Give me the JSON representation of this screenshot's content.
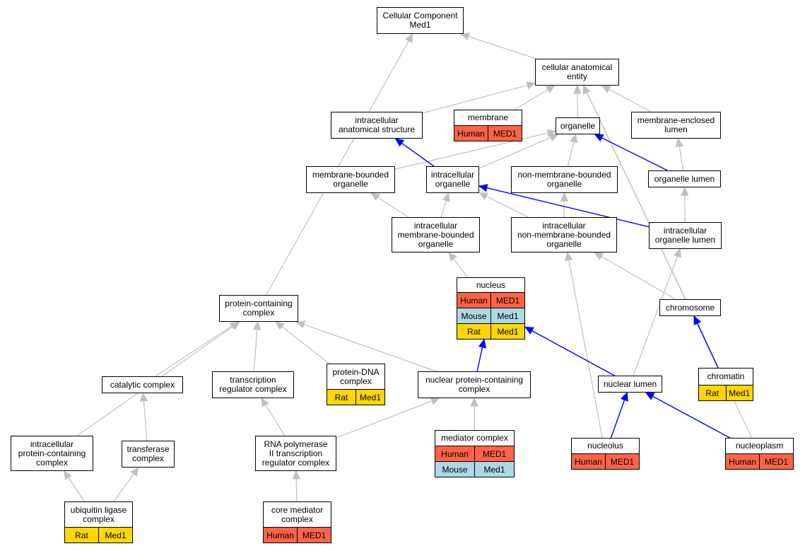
{
  "colors": {
    "edge_gray": "#c0c0c0",
    "edge_blue": "#0000ff",
    "species": {
      "Human": "#ff6347",
      "Mouse": "#add8e6",
      "Rat": "#ffd700"
    }
  },
  "nodes": [
    {
      "id": "cc",
      "title": "Cellular Component\nMed1",
      "rows": []
    },
    {
      "id": "cae",
      "title": "cellular anatomical\nentity",
      "rows": []
    },
    {
      "id": "ias",
      "title": "intracellular\nanatomical structure",
      "rows": []
    },
    {
      "id": "membrane",
      "title": "membrane",
      "rows": [
        [
          "Human",
          "MED1"
        ]
      ]
    },
    {
      "id": "organelle",
      "title": "organelle",
      "rows": []
    },
    {
      "id": "mel",
      "title": "membrane-enclosed\nlumen",
      "rows": []
    },
    {
      "id": "mbo",
      "title": "membrane-bounded\norganelle",
      "rows": []
    },
    {
      "id": "io",
      "title": "intracellular\norganelle",
      "rows": []
    },
    {
      "id": "nmbo",
      "title": "non-membrane-bounded\norganelle",
      "rows": []
    },
    {
      "id": "ol",
      "title": "organelle lumen",
      "rows": []
    },
    {
      "id": "imbo",
      "title": "intracellular\nmembrane-bounded\norganelle",
      "rows": []
    },
    {
      "id": "inmbo",
      "title": "intracellular\nnon-membrane-bounded\norganelle",
      "rows": []
    },
    {
      "id": "iol",
      "title": "intracellular\norganelle lumen",
      "rows": []
    },
    {
      "id": "nucleus",
      "title": "nucleus",
      "rows": [
        [
          "Human",
          "MED1"
        ],
        [
          "Mouse",
          "Med1"
        ],
        [
          "Rat",
          "Med1"
        ]
      ]
    },
    {
      "id": "pcc",
      "title": "protein-containing\ncomplex",
      "rows": []
    },
    {
      "id": "chromosome",
      "title": "chromosome",
      "rows": []
    },
    {
      "id": "catc",
      "title": "catalytic complex",
      "rows": []
    },
    {
      "id": "trc",
      "title": "transcription\nregulator complex",
      "rows": []
    },
    {
      "id": "pdna",
      "title": "protein-DNA\ncomplex",
      "rows": [
        [
          "Rat",
          "Med1"
        ]
      ]
    },
    {
      "id": "npcc",
      "title": "nuclear protein-containing\ncomplex",
      "rows": []
    },
    {
      "id": "nl",
      "title": "nuclear lumen",
      "rows": []
    },
    {
      "id": "chromatin",
      "title": "chromatin",
      "rows": [
        [
          "Rat",
          "Med1"
        ]
      ]
    },
    {
      "id": "ipcc",
      "title": "intracellular\nprotein-containing\ncomplex",
      "rows": []
    },
    {
      "id": "tc",
      "title": "transferase\ncomplex",
      "rows": []
    },
    {
      "id": "rnap",
      "title": "RNA polymerase\nII transcription\nregulator complex",
      "rows": []
    },
    {
      "id": "med",
      "title": "mediator complex",
      "rows": [
        [
          "Human",
          "MED1"
        ],
        [
          "Mouse",
          "Med1"
        ]
      ]
    },
    {
      "id": "nucleolus",
      "title": "nucleolus",
      "rows": [
        [
          "Human",
          "MED1"
        ]
      ]
    },
    {
      "id": "nucleoplasm",
      "title": "nucleoplasm",
      "rows": [
        [
          "Human",
          "MED1"
        ]
      ]
    },
    {
      "id": "ulc",
      "title": "ubiquitin ligase\ncomplex",
      "rows": [
        [
          "Rat",
          "Med1"
        ]
      ]
    },
    {
      "id": "cmc",
      "title": "core mediator\ncomplex",
      "rows": [
        [
          "Human",
          "MED1"
        ]
      ]
    }
  ],
  "edges": [
    {
      "from": "cae",
      "to": "cc",
      "style": "gray"
    },
    {
      "from": "pcc",
      "to": "cc",
      "style": "gray"
    },
    {
      "from": "ias",
      "to": "cae",
      "style": "gray"
    },
    {
      "from": "membrane",
      "to": "cae",
      "style": "gray"
    },
    {
      "from": "organelle",
      "to": "cae",
      "style": "gray"
    },
    {
      "from": "mel",
      "to": "cae",
      "style": "gray"
    },
    {
      "from": "chromatin",
      "to": "cae",
      "style": "gray"
    },
    {
      "from": "nucleoplasm",
      "to": "cae",
      "style": "gray"
    },
    {
      "from": "mbo",
      "to": "organelle",
      "style": "gray"
    },
    {
      "from": "io",
      "to": "organelle",
      "style": "gray"
    },
    {
      "from": "nmbo",
      "to": "organelle",
      "style": "gray"
    },
    {
      "from": "io",
      "to": "ias",
      "style": "blue"
    },
    {
      "from": "ol",
      "to": "organelle",
      "style": "blue"
    },
    {
      "from": "ol",
      "to": "mel",
      "style": "gray"
    },
    {
      "from": "imbo",
      "to": "mbo",
      "style": "gray"
    },
    {
      "from": "imbo",
      "to": "io",
      "style": "gray"
    },
    {
      "from": "inmbo",
      "to": "io",
      "style": "gray"
    },
    {
      "from": "inmbo",
      "to": "nmbo",
      "style": "gray"
    },
    {
      "from": "iol",
      "to": "io",
      "style": "blue"
    },
    {
      "from": "iol",
      "to": "ol",
      "style": "gray"
    },
    {
      "from": "nucleus",
      "to": "imbo",
      "style": "gray"
    },
    {
      "from": "chromosome",
      "to": "inmbo",
      "style": "gray"
    },
    {
      "from": "nucleolus",
      "to": "inmbo",
      "style": "gray"
    },
    {
      "from": "nl",
      "to": "iol",
      "style": "gray"
    },
    {
      "from": "catc",
      "to": "pcc",
      "style": "gray"
    },
    {
      "from": "trc",
      "to": "pcc",
      "style": "gray"
    },
    {
      "from": "pdna",
      "to": "pcc",
      "style": "gray"
    },
    {
      "from": "npcc",
      "to": "pcc",
      "style": "gray"
    },
    {
      "from": "ipcc",
      "to": "pcc",
      "style": "gray"
    },
    {
      "from": "npcc",
      "to": "nucleus",
      "style": "blue"
    },
    {
      "from": "nl",
      "to": "nucleus",
      "style": "blue"
    },
    {
      "from": "chromatin",
      "to": "chromosome",
      "style": "blue"
    },
    {
      "from": "tc",
      "to": "catc",
      "style": "gray"
    },
    {
      "from": "rnap",
      "to": "trc",
      "style": "gray"
    },
    {
      "from": "rnap",
      "to": "npcc",
      "style": "gray"
    },
    {
      "from": "med",
      "to": "npcc",
      "style": "gray"
    },
    {
      "from": "nucleolus",
      "to": "nl",
      "style": "blue"
    },
    {
      "from": "nucleoplasm",
      "to": "nl",
      "style": "blue"
    },
    {
      "from": "ulc",
      "to": "ipcc",
      "style": "gray"
    },
    {
      "from": "ulc",
      "to": "tc",
      "style": "gray"
    },
    {
      "from": "cmc",
      "to": "rnap",
      "style": "gray"
    }
  ]
}
